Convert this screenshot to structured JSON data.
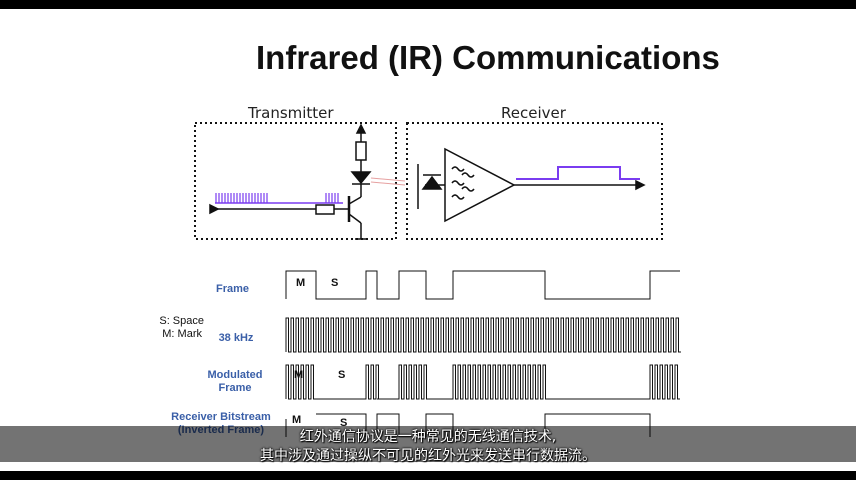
{
  "slide": {
    "title": "Infrared (IR) Communications",
    "transmitter_label": "Transmitter",
    "receiver_label": "Receiver"
  },
  "timing": {
    "frame_label": "Frame",
    "legend_space": "S: Space",
    "legend_mark": "M: Mark",
    "carrier_label": "38 kHz",
    "modulated_label": "Modulated Frame",
    "receiver_label": "Receiver Bitstream (Inverted Frame)",
    "mark_letter": "M",
    "space_letter": "S"
  },
  "subtitles": {
    "line1": "红外通信协议是一种常见的无线通信技术,",
    "line2": "其中涉及通过操纵不可见的红外光来发送串行数据流。"
  },
  "colors": {
    "accent_purple": "#7a3cf0",
    "label_blue": "#3a5fa8"
  }
}
